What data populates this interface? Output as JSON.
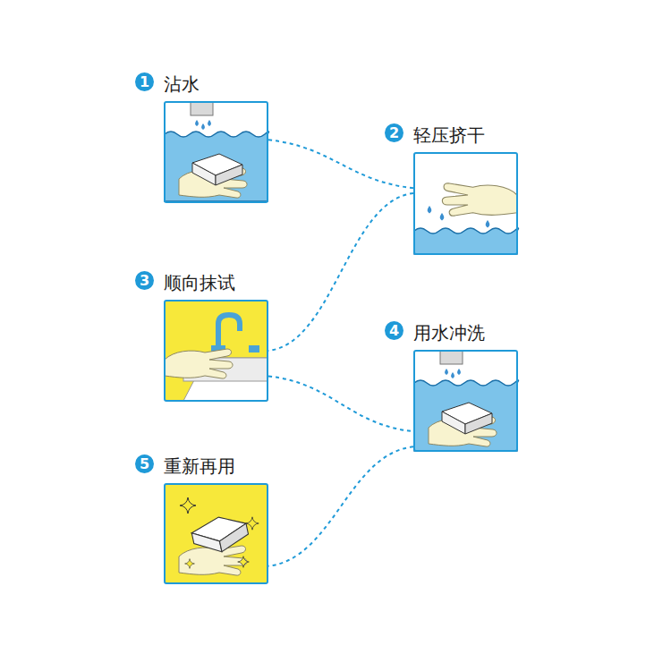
{
  "diagram": {
    "nodes": [
      {
        "text": [
          "沾水"
        ]
      },
      {
        "text": [
          "轻压挤干"
        ]
      },
      {
        "text": [
          "顺向抹试"
        ]
      },
      {
        "text": [
          "用水冲洗"
        ]
      },
      {
        "text": [
          "重新再用"
        ]
      }
    ],
    "edges": [
      {
        "from": 0,
        "to": 1,
        "arrow": "none"
      },
      {
        "from": 1,
        "to": 2,
        "arrow": "none"
      },
      {
        "from": 2,
        "to": 3,
        "arrow": "none"
      },
      {
        "from": 3,
        "to": 4,
        "arrow": "none"
      }
    ],
    "labels": [
      "1",
      "2",
      "3",
      "4",
      "5"
    ]
  }
}
